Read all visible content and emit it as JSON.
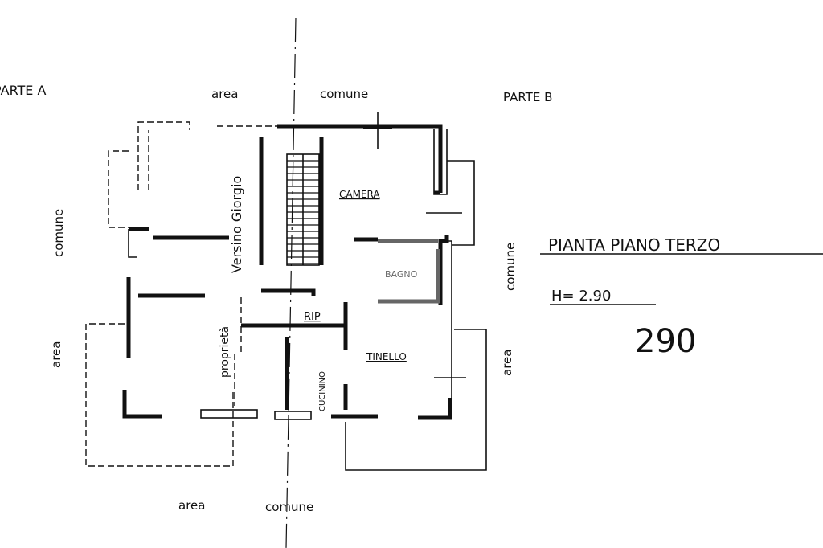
{
  "drawing": {
    "parte_a": "PARTE A",
    "parte_b": "PARTE B",
    "top_area": "area",
    "top_comune": "comune",
    "bottom_area": "area",
    "bottom_comune": "comune",
    "left_comune": "comune",
    "left_area": "area",
    "right_comune": "comune",
    "right_area": "area",
    "owner": "Versino Giorgio",
    "proprieta": "proprietà",
    "rooms": {
      "camera": "CAMERA",
      "bagno": "BAGNO",
      "rip": "RIP",
      "tinello": "TINELLO",
      "cucinino": "CUCININO"
    },
    "title": "PIANTA PIANO TERZO",
    "height_label": "H= 2.90",
    "height_handwritten": "290"
  }
}
